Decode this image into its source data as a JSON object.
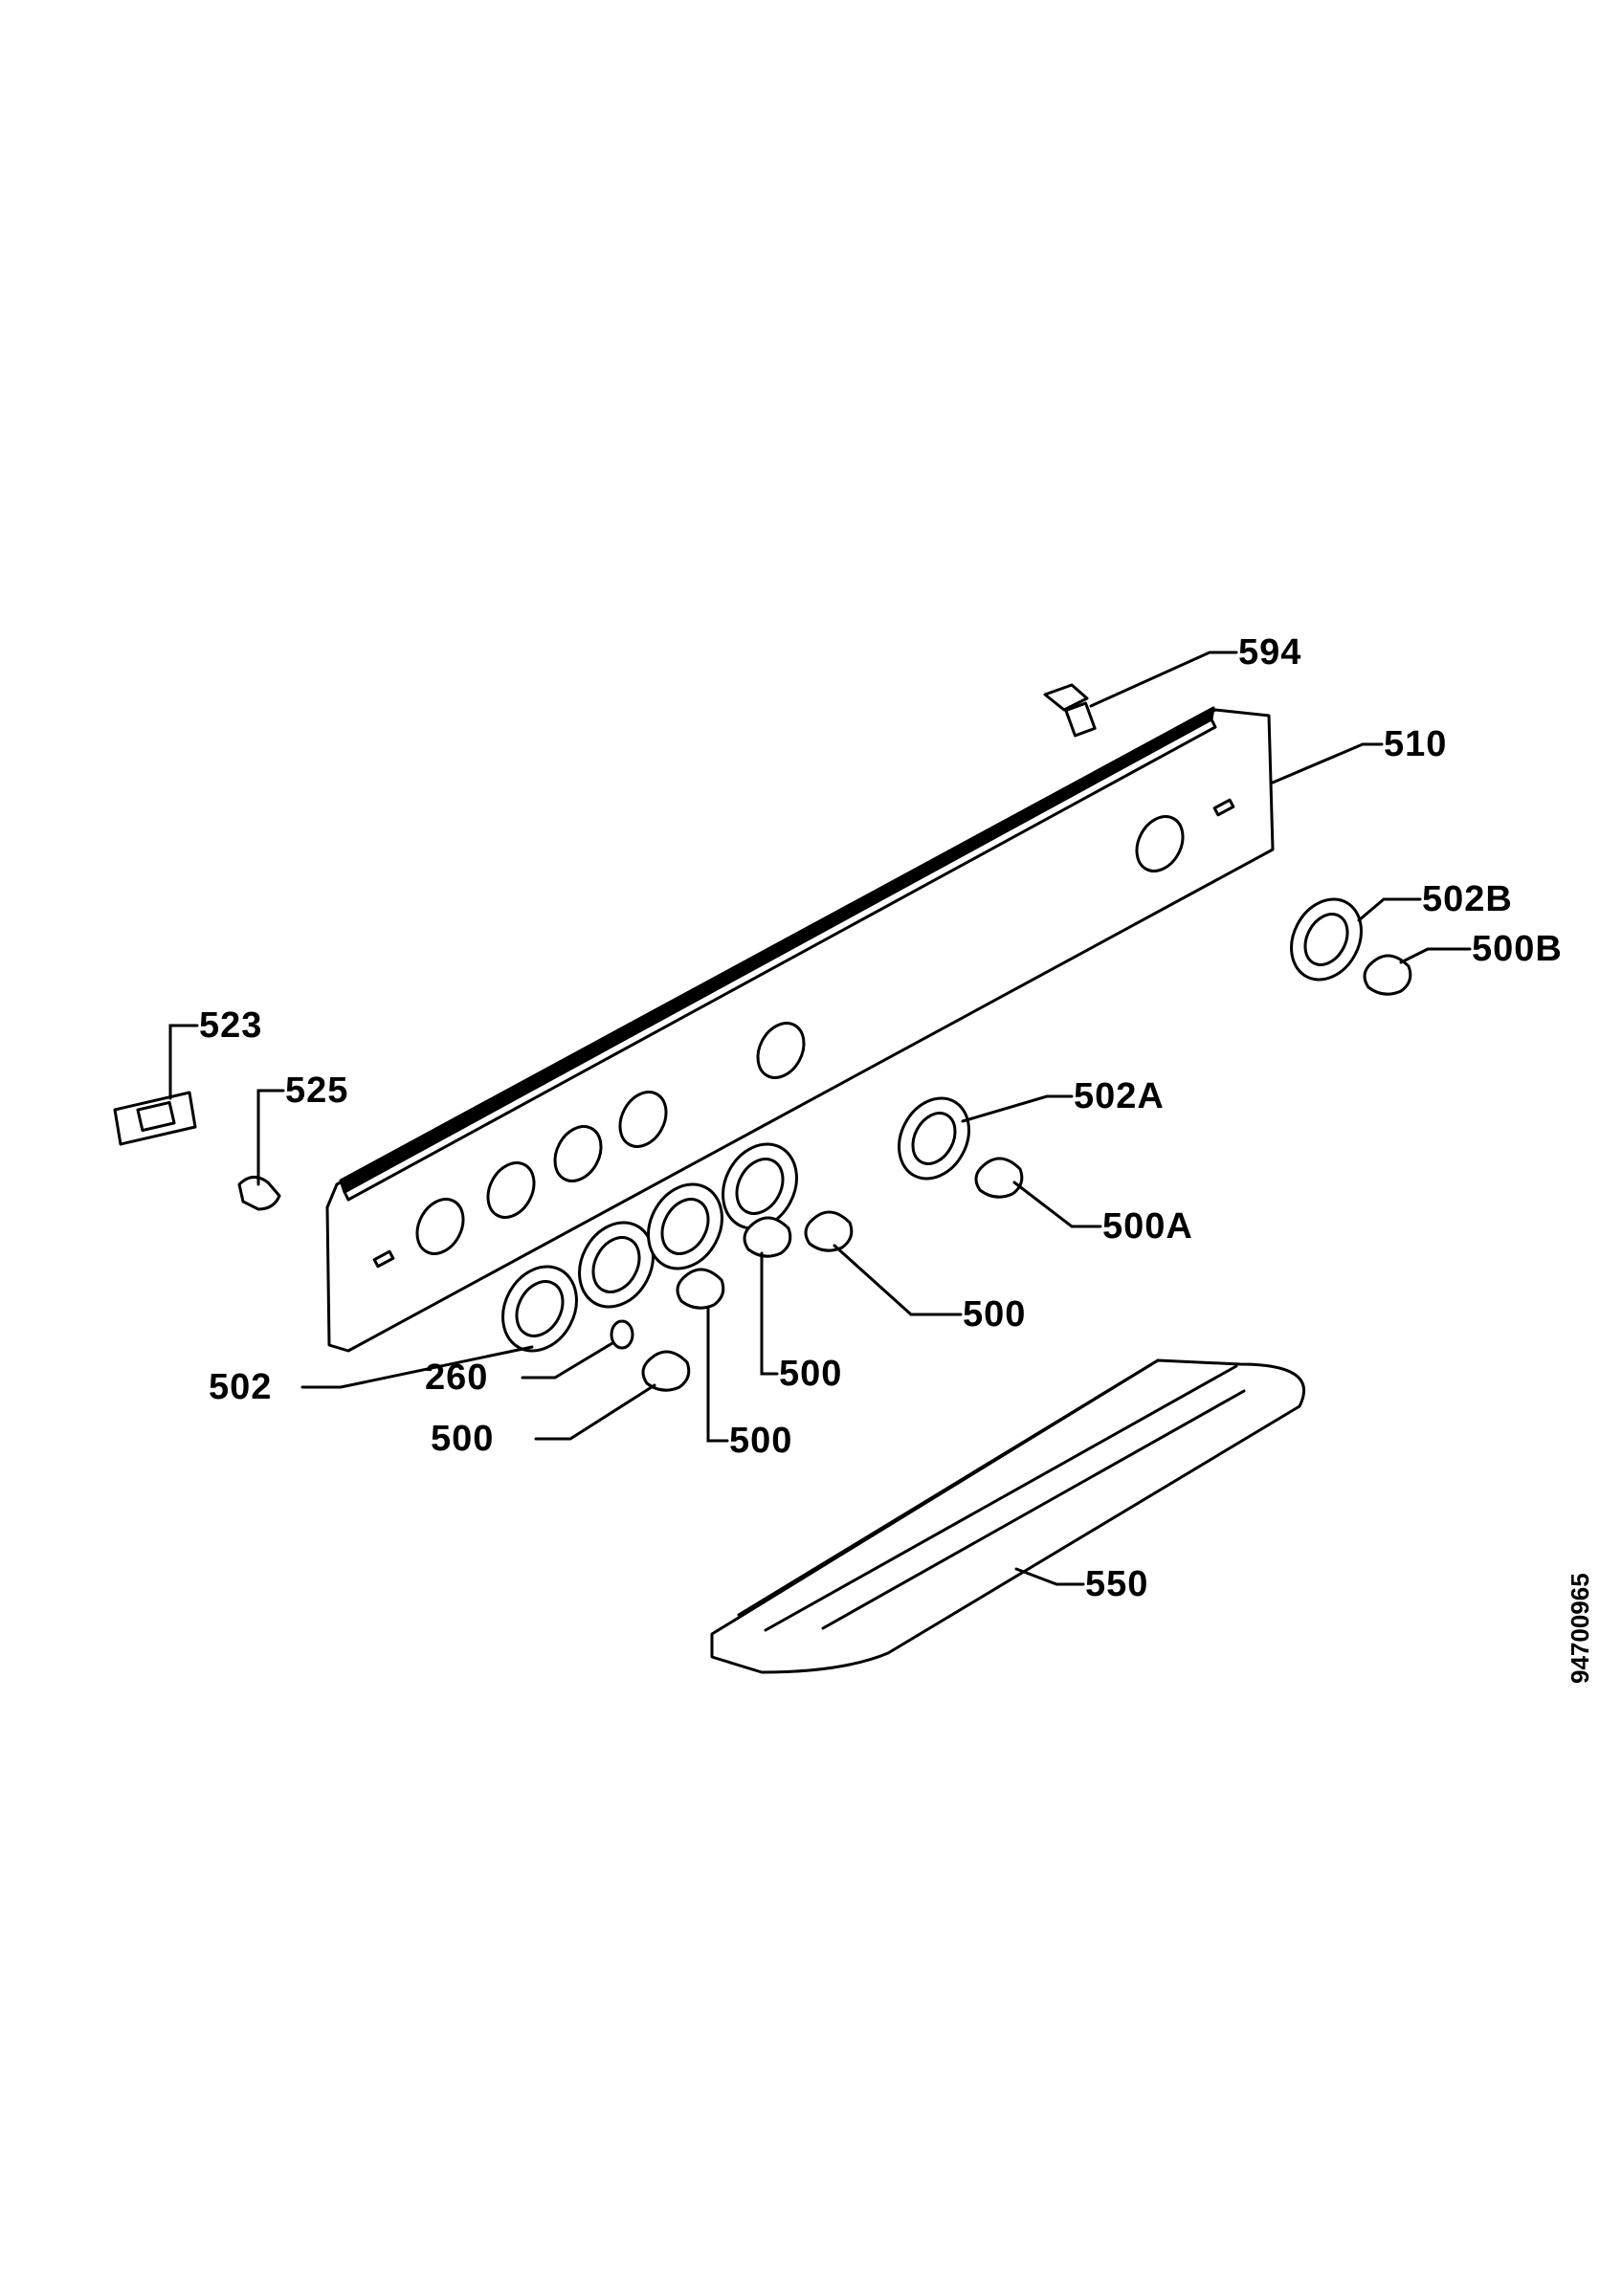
{
  "labels": {
    "l594": "594",
    "l510": "510",
    "l502B": "502B",
    "l500B": "500B",
    "l523": "523",
    "l525": "525",
    "l502A": "502A",
    "l500A": "500A",
    "l500a": "500",
    "l500b": "500",
    "l500c": "500",
    "l500d": "500",
    "l502": "502",
    "l260": "260",
    "l550": "550"
  },
  "doc_number": "94700965",
  "colors": {
    "ink": "#000000",
    "paper": "#ffffff"
  }
}
